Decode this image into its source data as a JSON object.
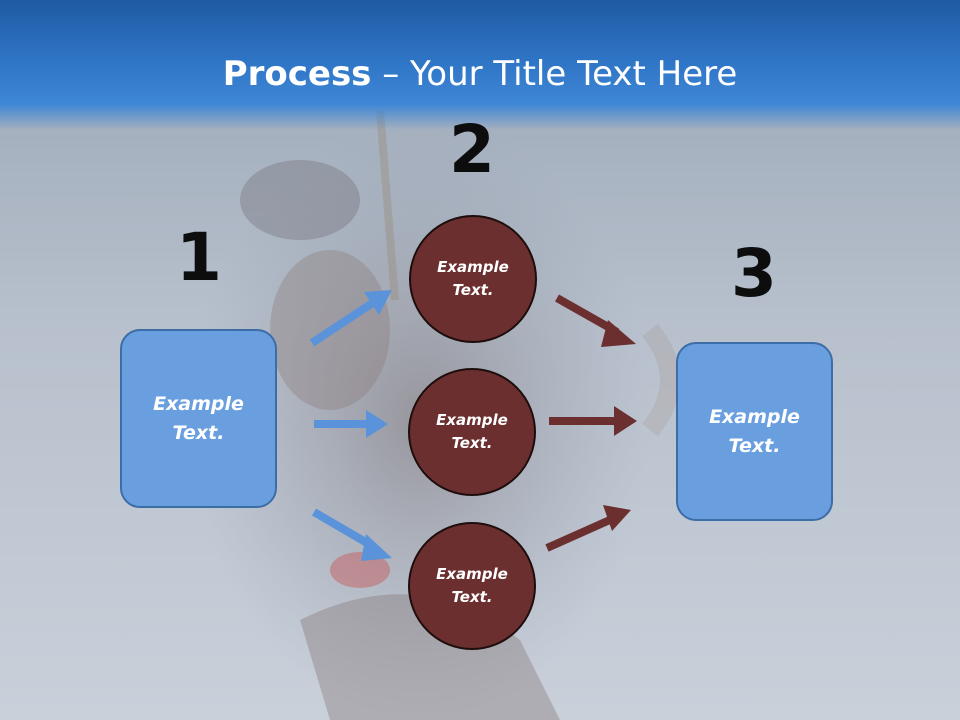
{
  "title": {
    "bold": "Process",
    "rest": " – Your Title Text Here"
  },
  "steps": {
    "one": "1",
    "two": "2",
    "three": "3"
  },
  "left_box": "Example Text.",
  "circles": [
    "Example Text.",
    "Example Text.",
    "Example Text."
  ],
  "right_box": "Example Text.",
  "colors": {
    "header_blue": "#2e74c4",
    "box_blue": "#6a9fdf",
    "circle_brown": "#6b2f2f",
    "arrow_blue": "#5a93da",
    "arrow_brown": "#6b2f2f"
  }
}
